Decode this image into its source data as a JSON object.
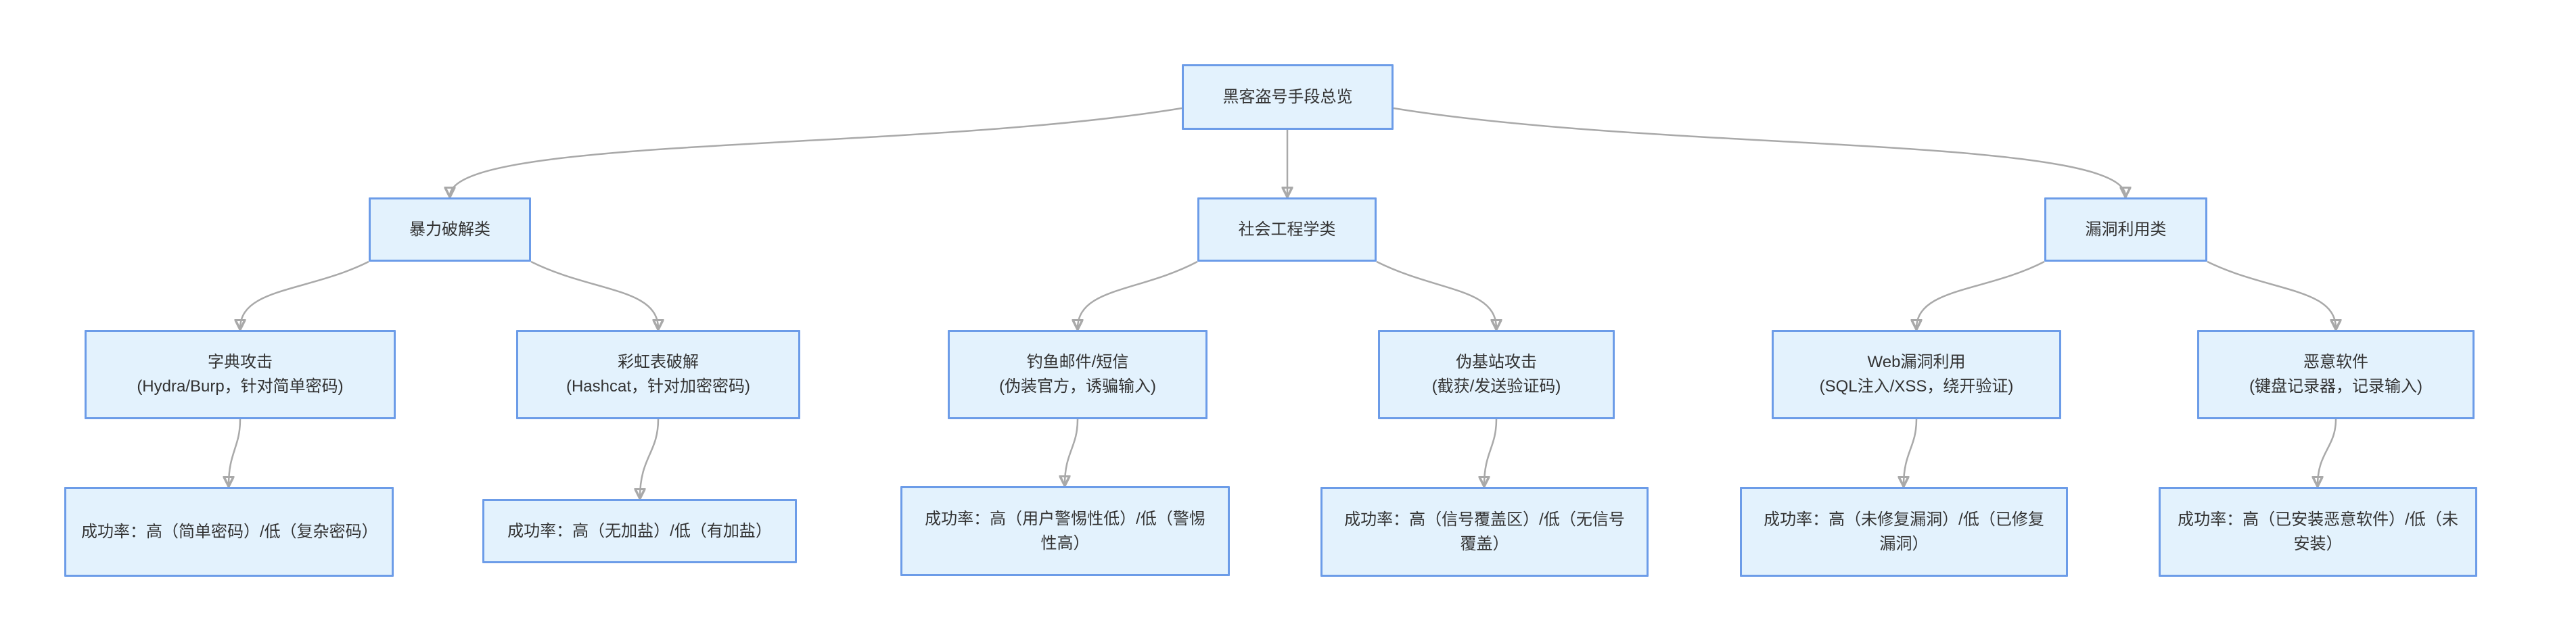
{
  "diagram": {
    "type": "flowchart",
    "direction": "top-down"
  },
  "nodes": {
    "root": {
      "label": "黑客盗号手段总览"
    },
    "categories": [
      {
        "label": "暴力破解类"
      },
      {
        "label": "社会工程学类"
      },
      {
        "label": "漏洞利用类"
      }
    ],
    "methods": [
      {
        "name": "字典攻击",
        "detail": "(Hydra/Burp，针对简单密码)"
      },
      {
        "name": "彩虹表破解",
        "detail": "(Hashcat，针对加密密码)"
      },
      {
        "name": "钓鱼邮件/短信",
        "detail": "(伪装官方，诱骗输入)"
      },
      {
        "name": "伪基站攻击",
        "detail": "(截获/发送验证码)"
      },
      {
        "name": "Web漏洞利用",
        "detail": "(SQL注入/XSS，绕开验证)"
      },
      {
        "name": "恶意软件",
        "detail": "(键盘记录器，记录输入)"
      }
    ],
    "success_rates": [
      "成功率：高（简单密码）/低（复杂密码）",
      "成功率：高（无加盐）/低（有加盐）",
      "成功率：高（用户警惕性低）/低（警惕性高）",
      "成功率：高（信号覆盖区）/低（无信号覆盖）",
      "成功率：高（未修复漏洞）/低（已修复漏洞）",
      "成功率：高（已安装恶意软件）/低（未安装）"
    ]
  },
  "colors": {
    "node_fill": "#e3f2fd",
    "node_border": "#6c9ce8",
    "edge": "#a9a9a9",
    "arrowhead": "#8a8a8a",
    "text": "#333333",
    "background": "#ffffff"
  }
}
